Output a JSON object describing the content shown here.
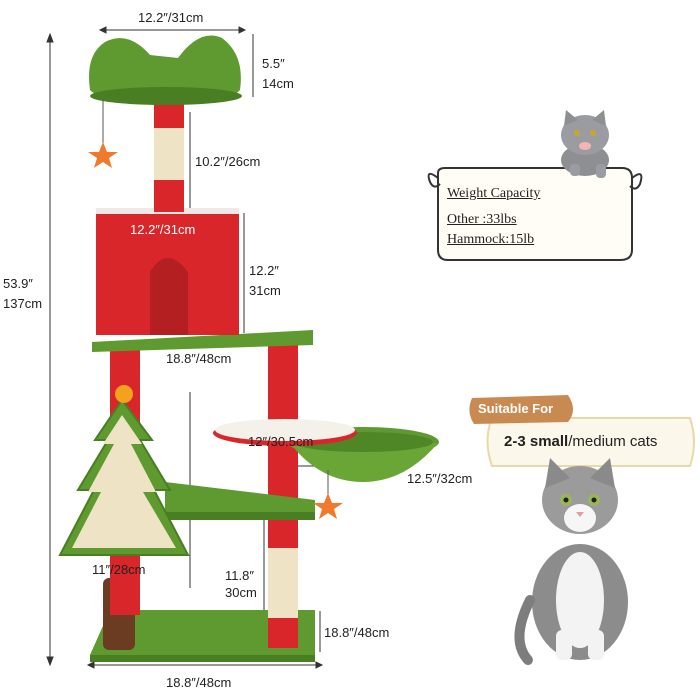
{
  "dimensions": {
    "top_width": "12.2″/31cm",
    "top_height_in": "5.5″",
    "top_height_cm": "14cm",
    "post_upper": "10.2″/26cm",
    "condo_width": "12.2″/31cm",
    "condo_height_in": "12.2″",
    "condo_height_cm": "31cm",
    "platform_width": "18.8″/48cm",
    "total_height_in": "53.9″",
    "total_height_cm": "137cm",
    "bowl_width": "12″/30.5cm",
    "hammock_width": "12.5″/32cm",
    "tree_width": "11″/28cm",
    "post_lower_in": "11.8″",
    "post_lower_cm": "30cm",
    "base_depth": "18.8″/48cm",
    "base_width": "18.8″/48cm"
  },
  "weight_card": {
    "title": "Weight Capacity",
    "other": "Other :33lbs",
    "hammock": "Hammock:15lb"
  },
  "suitable": {
    "tag": "Suitable For",
    "bold": "2-3 small",
    "rest": "/medium cats"
  },
  "colors": {
    "red": "#d8262a",
    "green": "#5e9a2f",
    "sisal": "#efe3c6",
    "tag_orange": "#c98a52"
  }
}
